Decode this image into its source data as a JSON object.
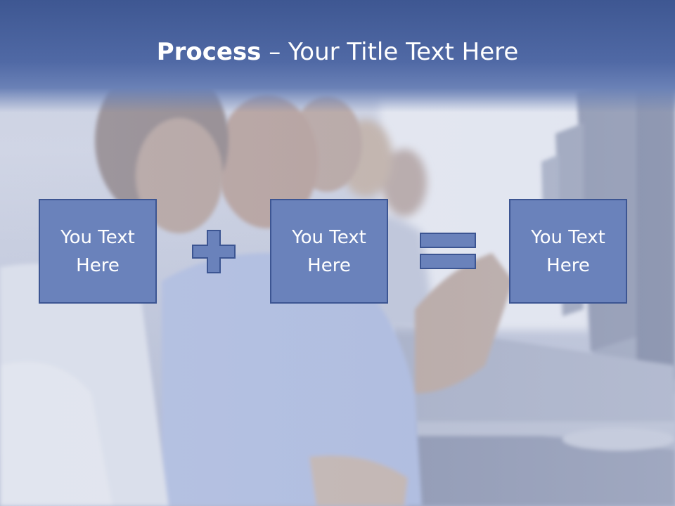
{
  "slide": {
    "title_bold": "Process",
    "title_rest": " – Your Title Text Here",
    "background_photo": "people-at-computer-workstations-photo",
    "process": {
      "boxes": [
        {
          "label_line1": "You Text",
          "label_line2": "Here"
        },
        {
          "label_line1": "You Text",
          "label_line2": "Here"
        },
        {
          "label_line1": "You Text",
          "label_line2": "Here"
        }
      ],
      "operator_1": "plus-icon",
      "operator_2": "equals-icon"
    }
  },
  "colors": {
    "title_band": "#4a63a0",
    "box_fill": "#6a82bb",
    "box_border": "#3c5592",
    "operator_fill": "#6a82bb",
    "text": "#ffffff"
  }
}
